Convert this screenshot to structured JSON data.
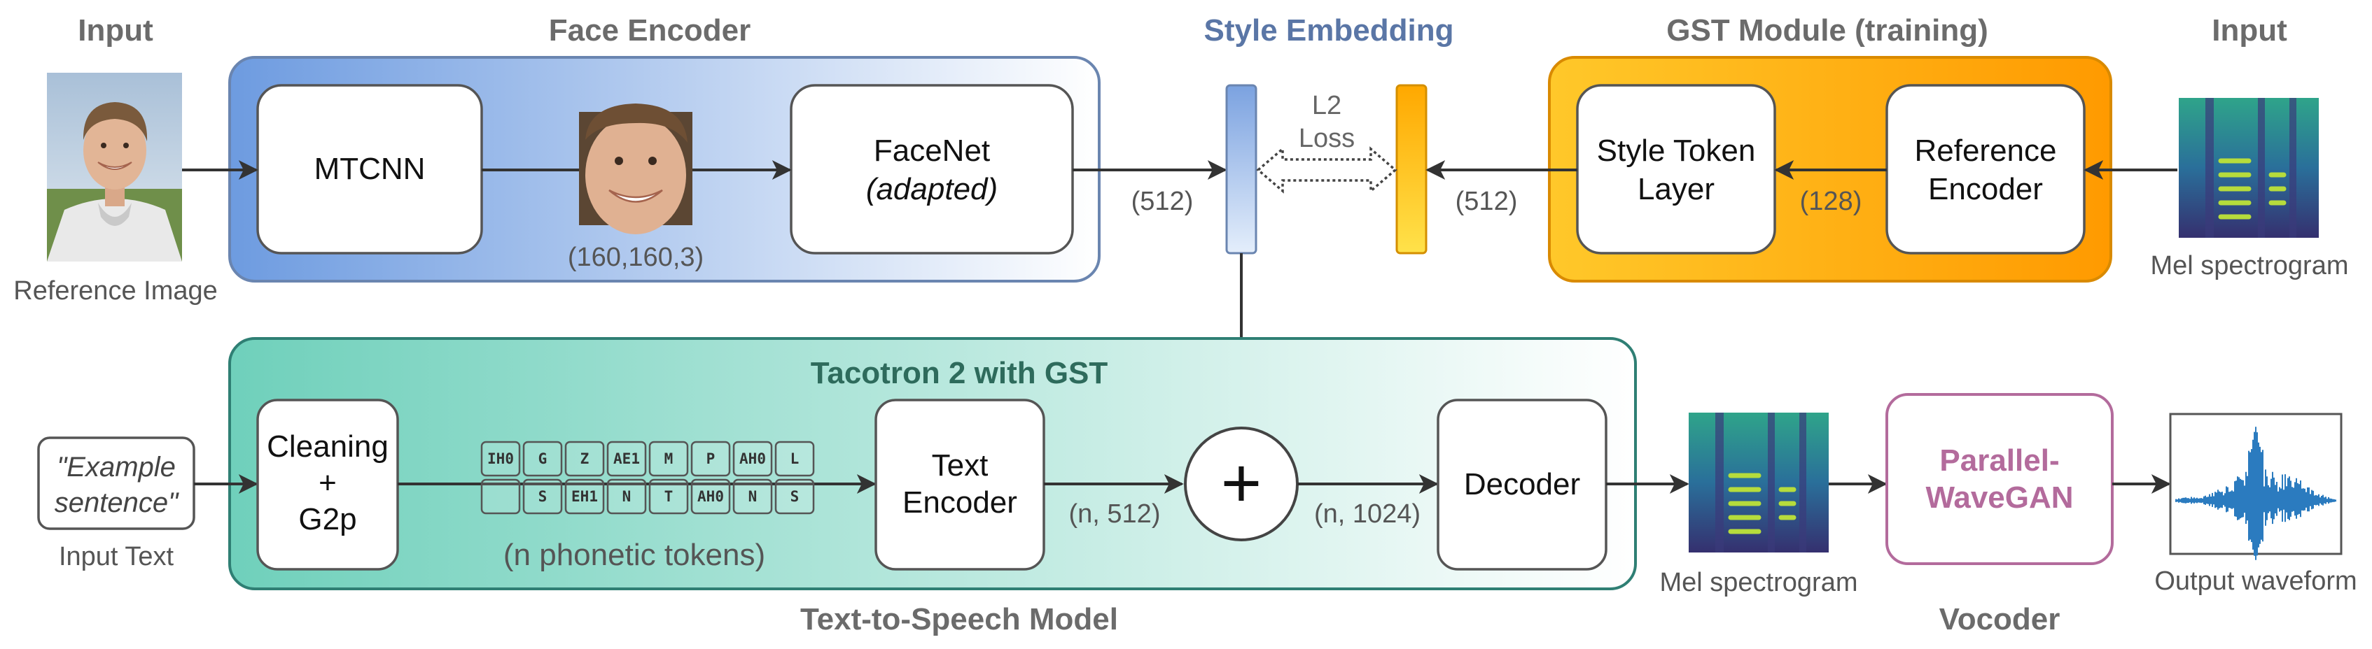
{
  "headers": {
    "input_left": "Input",
    "face_encoder": "Face Encoder",
    "style_embedding": "Style Embedding",
    "gst_module": "GST Module (training)",
    "input_right": "Input",
    "tacotron": "Tacotron 2 with GST",
    "tts_model": "Text-to-Speech Model",
    "vocoder": "Vocoder"
  },
  "captions": {
    "reference_image": "Reference Image",
    "mel_input": "Mel spectrogram",
    "input_text": "Input Text",
    "mel_output": "Mel spectrogram",
    "output_waveform": "Output waveform",
    "phonetic_tokens": "(n phonetic tokens)"
  },
  "boxes": {
    "mtcnn": "MTCNN",
    "facenet": "FaceNet",
    "facenet_sub": "(adapted)",
    "style_token_line1": "Style Token",
    "style_token_line2": "Layer",
    "ref_enc_line1": "Reference",
    "ref_enc_line2": "Encoder",
    "example_line1": "\"Example",
    "example_line2": "sentence\"",
    "cleaning_line1": "Cleaning",
    "cleaning_line2": "+",
    "cleaning_line3": "G2p",
    "text_enc_line1": "Text",
    "text_enc_line2": "Encoder",
    "plus": "+",
    "decoder": "Decoder",
    "pwgan_line1": "Parallel-",
    "pwgan_line2": "WaveGAN"
  },
  "dims": {
    "face_crop": "(160,160,3)",
    "face_out": "(512)",
    "gst_out": "(512)",
    "ref_out": "(128)",
    "text_out": "(n, 512)",
    "sum_out": "(n, 1024)"
  },
  "loss": {
    "line1": "L2",
    "line2": "Loss"
  },
  "tokens": {
    "row1": [
      "IH0",
      "G",
      "Z",
      "AE1",
      "M",
      "P",
      "AH0",
      "L"
    ],
    "row2": [
      "",
      "S",
      "EH1",
      "N",
      "T",
      "AH0",
      "N",
      "S"
    ]
  },
  "colors": {
    "face_grad_start": "#6d9be0",
    "gst_grad_start": "#ffc82a",
    "gst_grad_end": "#ff9a00",
    "taco_grad_start": "#6fd0bb",
    "style_header": "#5a76a6",
    "tacotron_header": "#2e6b5c",
    "vocoder_text": "#b36b9c"
  }
}
